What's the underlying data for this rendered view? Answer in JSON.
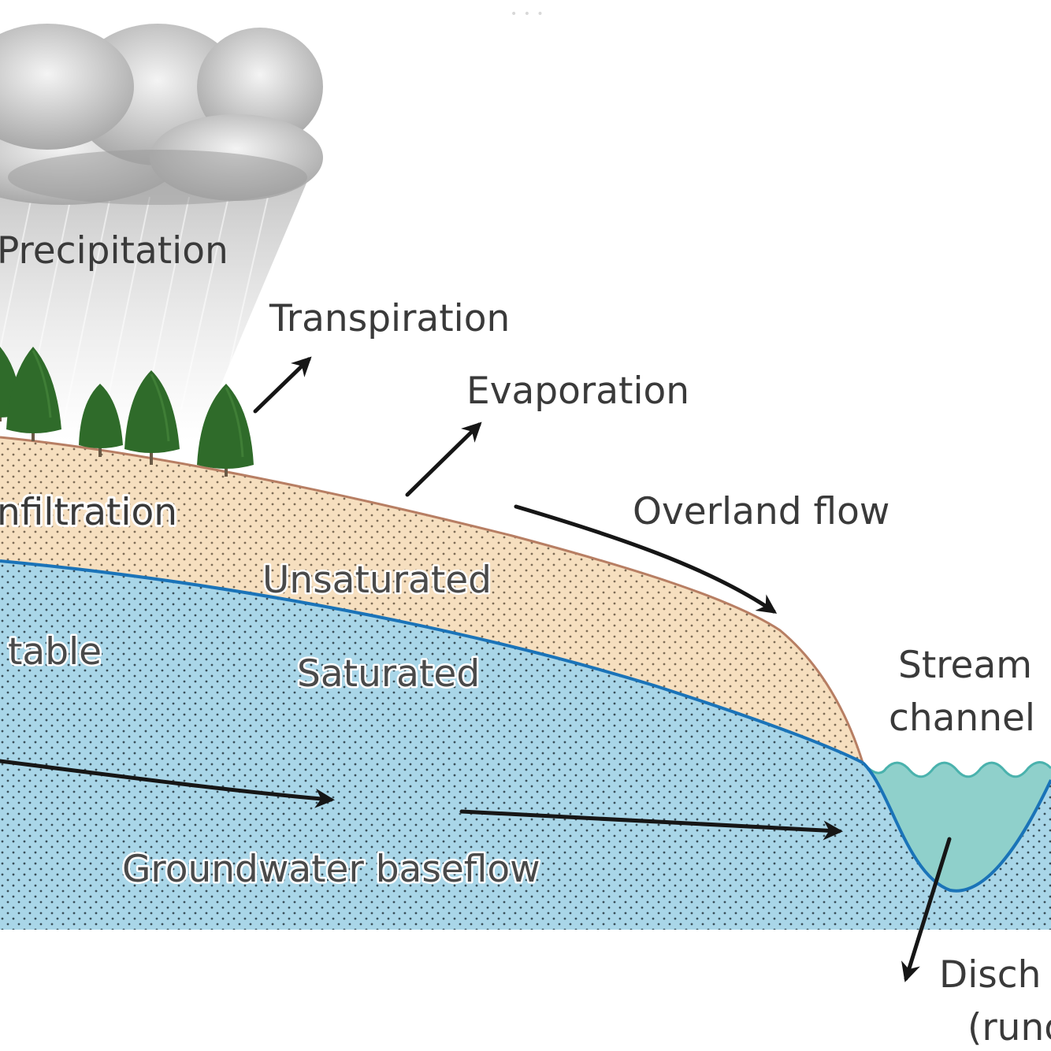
{
  "diagram": {
    "labels": {
      "precipitation": "Precipitation",
      "transpiration": "Transpiration",
      "evaporation": "Evaporation",
      "infiltration": "nfiltration",
      "overland_flow": "Overland flow",
      "unsaturated": "Unsaturated",
      "saturated": "Saturated",
      "water_table": "table",
      "stream_line1": "Stream",
      "stream_line2": "channel",
      "groundwater_baseflow": "Groundwater baseflow",
      "discharge_line1": "Disch",
      "discharge_line2": "(runo"
    },
    "colors": {
      "unsaturated_zone": "#f6dfbf",
      "saturated_zone": "#a9d6e8",
      "water_table_line": "#1a73b8",
      "ground_surface": "#b77e63",
      "stream_water": "#8fd0cb",
      "arrow": "#161616",
      "tree": "#2f6b2a"
    }
  }
}
